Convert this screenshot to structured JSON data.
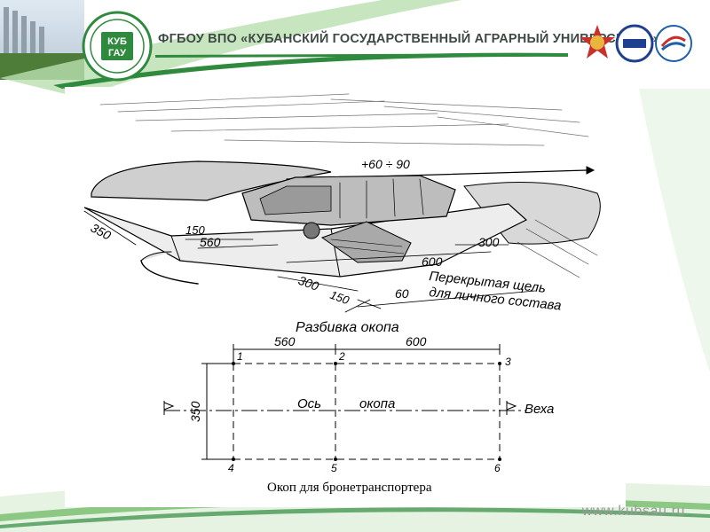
{
  "header": {
    "title": "ФГБОУ ВПО «КУБАНСКИЙ ГОСУДАРСТВЕННЫЙ АГРАРНЫЙ УНИВЕРСИТЕТ»",
    "logo_text_top": "КУБ",
    "logo_text_bottom": "ГАУ"
  },
  "footer": {
    "url": "www.kubsau.ru"
  },
  "drawing_top": {
    "angle_label": "+60 ÷ 90",
    "dims": [
      "350",
      "150",
      "560",
      "300",
      "600",
      "300",
      "150",
      "60"
    ],
    "note_line1": "Перекрытая щель",
    "note_line2": "для личного состава"
  },
  "drawing_plan": {
    "title": "Разбивка окопа",
    "dim_left": "560",
    "dim_right": "600",
    "dim_side": "350",
    "points": [
      "1",
      "2",
      "3",
      "4",
      "5",
      "6"
    ],
    "axis_label_1": "Ось",
    "axis_label_2": "окопа",
    "marker_label": "Веха",
    "caption": "Окоп для бронетранспортера"
  },
  "colors": {
    "green_dark": "#2f8a3e",
    "green_light": "#a9d9a0",
    "gray": "#9a9a9a"
  }
}
